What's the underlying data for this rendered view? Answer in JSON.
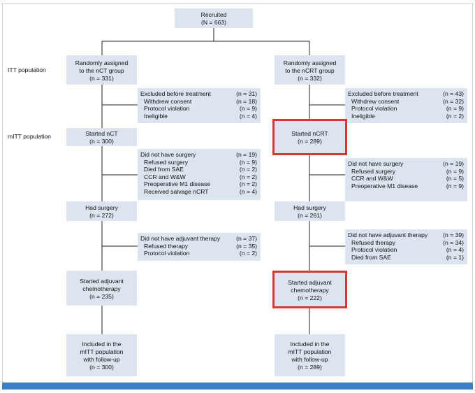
{
  "side_labels": {
    "itt": "ITT population",
    "mitt": "mITT population"
  },
  "recruited": [
    "Recruited",
    "(N = 663)"
  ],
  "left": {
    "assigned": [
      "Randomly assigned",
      "to the nCT group",
      "(n = 331)"
    ],
    "excluded": {
      "header": [
        "Excluded before treatment",
        "(n = 31)"
      ],
      "items": [
        [
          "Withdrew consent",
          "(n = 18)"
        ],
        [
          "Protocol violation",
          "(n = 9)"
        ],
        [
          "Ineligible",
          "(n = 4)"
        ]
      ]
    },
    "started": [
      "Started nCT",
      "(n = 300)"
    ],
    "no_surgery": {
      "header": [
        "Did not have surgery",
        "(n = 19)"
      ],
      "items": [
        [
          "Refused surgery",
          "(n = 9)"
        ],
        [
          "Died from SAE",
          "(n = 2)"
        ],
        [
          "CCR and W&W",
          "(n = 2)"
        ],
        [
          "Preoperative M1 disease",
          "(n = 2)"
        ],
        [
          "Received salvage nCRT",
          "(n = 4)"
        ]
      ]
    },
    "surgery": [
      "Had surgery",
      "(n = 272)"
    ],
    "no_adjuvant": {
      "header": [
        "Did not have adjuvant therapy",
        "(n = 37)"
      ],
      "items": [
        [
          "Refused therapy",
          "(n = 35)"
        ],
        [
          "Protocol violation",
          "(n = 2)"
        ]
      ]
    },
    "adjuvant": [
      "Started adjuvant",
      "chemotherapy",
      "(n = 235)"
    ],
    "included": [
      "Included in the",
      "mITT population",
      "with follow-up",
      "(n = 300)"
    ]
  },
  "right": {
    "assigned": [
      "Randomly assigned",
      "to the nCRT group",
      "(n = 332)"
    ],
    "excluded": {
      "header": [
        "Excluded before treatment",
        "(n = 43)"
      ],
      "items": [
        [
          "Withdrew consent",
          "(n = 32)"
        ],
        [
          "Protocol violation",
          "(n = 9)"
        ],
        [
          "Ineligible",
          "(n = 2)"
        ]
      ]
    },
    "started": [
      "Started nCRT",
      "(n = 289)"
    ],
    "no_surgery": {
      "header": [
        "Did not have surgery",
        "(n = 19)"
      ],
      "items": [
        [
          "Refused surgery",
          "(n = 9)"
        ],
        [
          "CCR and W&W",
          "(n = 5)"
        ],
        [
          "Preoperative M1 disease",
          "(n = 9)"
        ]
      ]
    },
    "surgery": [
      "Had surgery",
      "(n = 261)"
    ],
    "no_adjuvant": {
      "header": [
        "Did not have adjuvant therapy",
        "(n = 39)"
      ],
      "items": [
        [
          "Refused therapy",
          "(n = 34)"
        ],
        [
          "Protocol violation",
          "(n = 4)"
        ],
        [
          "Died from SAE",
          "(n = 1)"
        ]
      ]
    },
    "adjuvant": [
      "Started adjuvant",
      "chemotherapy",
      "(n = 222)"
    ],
    "included": [
      "Included in the",
      "mITT population",
      "with follow-up",
      "(n = 289)"
    ]
  },
  "colors": {
    "box_fill": "#dce5ef",
    "highlight": "#d43a32",
    "bar": "#3a80c2"
  }
}
